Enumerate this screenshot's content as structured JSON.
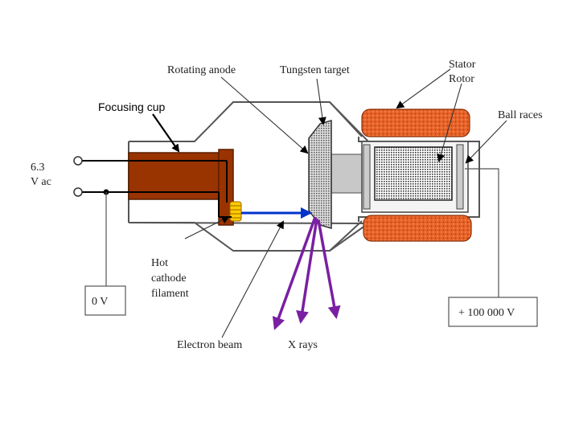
{
  "labels": {
    "rotating_anode": "Rotating anode",
    "tungsten_target": "Tungsten target",
    "stator": "Stator",
    "rotor": "Rotor",
    "focusing_cup": "Focusing cup",
    "ball_races": "Ball races",
    "supply_line1": "6.3",
    "supply_line2": "V ac",
    "hot": "Hot",
    "cathode": "cathode",
    "filament": "filament",
    "zero_volts": "0 V",
    "high_voltage": "+ 100 000 V",
    "electron_beam": "Electron beam",
    "x_rays": "X rays"
  },
  "colors": {
    "outline": "#555555",
    "cathode_body": "#993300",
    "filament": "#ffcc00",
    "electron_beam": "#0033cc",
    "x_rays": "#7a1fa2",
    "stator": "#e8642a",
    "rotor_core": "#333333",
    "shaft": "#c8c8c8",
    "wire": "#000000"
  },
  "icons": {
    "supply_terminal": "open-circle-terminal",
    "filament": "coil-filament",
    "electron_beam": "arrow-right",
    "x_rays": "arrow-down"
  }
}
